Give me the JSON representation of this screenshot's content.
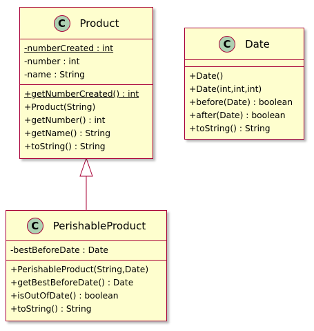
{
  "classes": {
    "product": {
      "icon": "C",
      "name": "Product",
      "attributes": [
        {
          "text": "-numberCreated : int",
          "static": true
        },
        {
          "text": "-number : int",
          "static": false
        },
        {
          "text": "-name : String",
          "static": false
        }
      ],
      "methods": [
        {
          "text": "+getNumberCreated() : int",
          "static": true
        },
        {
          "text": "+Product(String)",
          "static": false
        },
        {
          "text": "+getNumber() : int",
          "static": false
        },
        {
          "text": "+getName() : String",
          "static": false
        },
        {
          "text": "+toString() : String",
          "static": false
        }
      ]
    },
    "date": {
      "icon": "C",
      "name": "Date",
      "attributes": [],
      "methods": [
        {
          "text": "+Date()",
          "static": false
        },
        {
          "text": "+Date(int,int,int)",
          "static": false
        },
        {
          "text": "+before(Date) : boolean",
          "static": false
        },
        {
          "text": "+after(Date) : boolean",
          "static": false
        },
        {
          "text": "+toString() : String",
          "static": false
        }
      ]
    },
    "perishable": {
      "icon": "C",
      "name": "PerishableProduct",
      "attributes": [
        {
          "text": "-bestBeforeDate : Date",
          "static": false
        }
      ],
      "methods": [
        {
          "text": "+PerishableProduct(String,Date)",
          "static": false
        },
        {
          "text": "+getBestBeforeDate() : Date",
          "static": false
        },
        {
          "text": "+isOutOfDate() : boolean",
          "static": false
        },
        {
          "text": "+toString() : String",
          "static": false
        }
      ]
    }
  },
  "relations": [
    {
      "type": "inheritance",
      "from": "PerishableProduct",
      "to": "Product"
    }
  ],
  "colors": {
    "box_fill": "#fefece",
    "border": "#a80036",
    "icon_fill": "#add1b2"
  }
}
